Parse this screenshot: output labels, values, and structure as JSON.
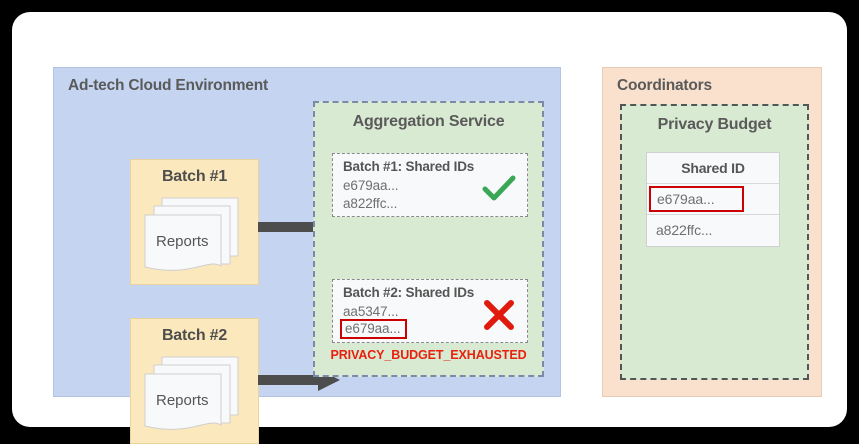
{
  "diagram": {
    "adtech": {
      "title": "Ad-tech Cloud Environment",
      "batches": [
        {
          "label": "Batch #1",
          "reports_label": "Reports"
        },
        {
          "label": "Batch #2",
          "reports_label": "Reports"
        }
      ],
      "arrow_icon": "right-arrow-icon"
    },
    "aggregation_service": {
      "title": "Aggregation Service",
      "cards": [
        {
          "heading": "Batch #1: Shared IDs",
          "ids": [
            "e679aa...",
            "a822ffc..."
          ],
          "highlighted_id": null,
          "status_icon": "check-icon",
          "status": "accepted"
        },
        {
          "heading": "Batch #2: Shared IDs",
          "ids": [
            "aa5347...",
            "e679aa..."
          ],
          "highlighted_id": "e679aa...",
          "status_icon": "x-icon",
          "status": "rejected"
        }
      ],
      "error_text": "PRIVACY_BUDGET_EXHAUSTED"
    },
    "coordinators": {
      "title": "Coordinators",
      "privacy_budget": {
        "title": "Privacy Budget",
        "table": {
          "header": "Shared ID",
          "rows": [
            {
              "value": "e679aa...",
              "highlighted": true
            },
            {
              "value": "a822ffc...",
              "highlighted": false
            }
          ]
        }
      }
    },
    "colors": {
      "adtech_panel": "#c5d5f1",
      "batch_box": "#fce8bd",
      "green_panel": "#d9ead3",
      "coordinators_panel": "#fae1cd",
      "error_red": "#e8210e",
      "highlight_red": "#cc0000",
      "check_green": "#3aa757",
      "arrow_gray": "#4d4d4d"
    }
  }
}
